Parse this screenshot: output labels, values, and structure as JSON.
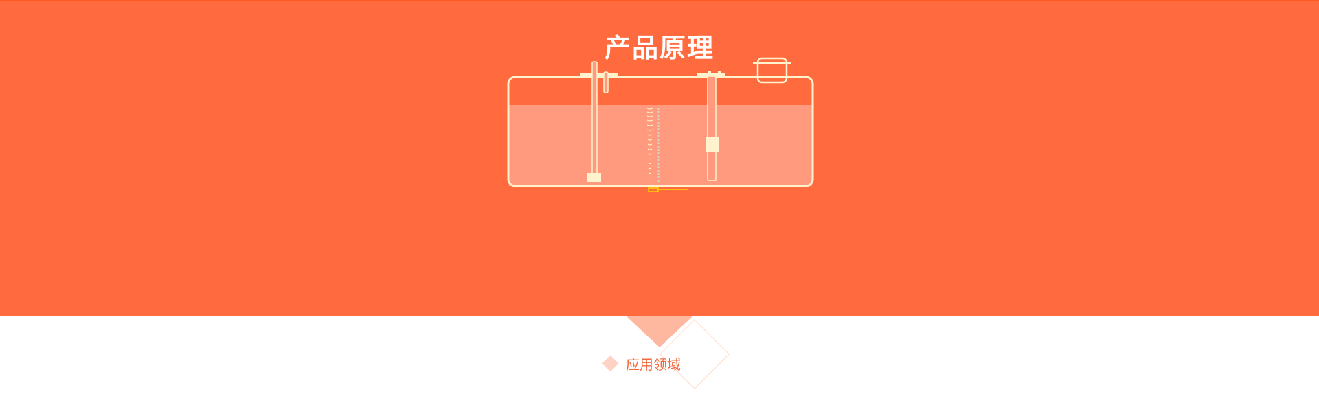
{
  "section": {
    "title": "产品原理"
  },
  "nav": {
    "application_label": "应用领域"
  },
  "icons": {
    "diagram": "tank-principle-diagram",
    "diamond_marker": "diamond-icon"
  },
  "colors": {
    "banner": "#ff6b3f",
    "title": "#ffffff",
    "diagram_line": "#fff2cc",
    "water": "#ff9a7e",
    "accent_yellow": "#ffd400",
    "nav_text": "#f26a3d",
    "pointer": "#ffb8a0",
    "small_diamond": "#ffd2c4"
  }
}
